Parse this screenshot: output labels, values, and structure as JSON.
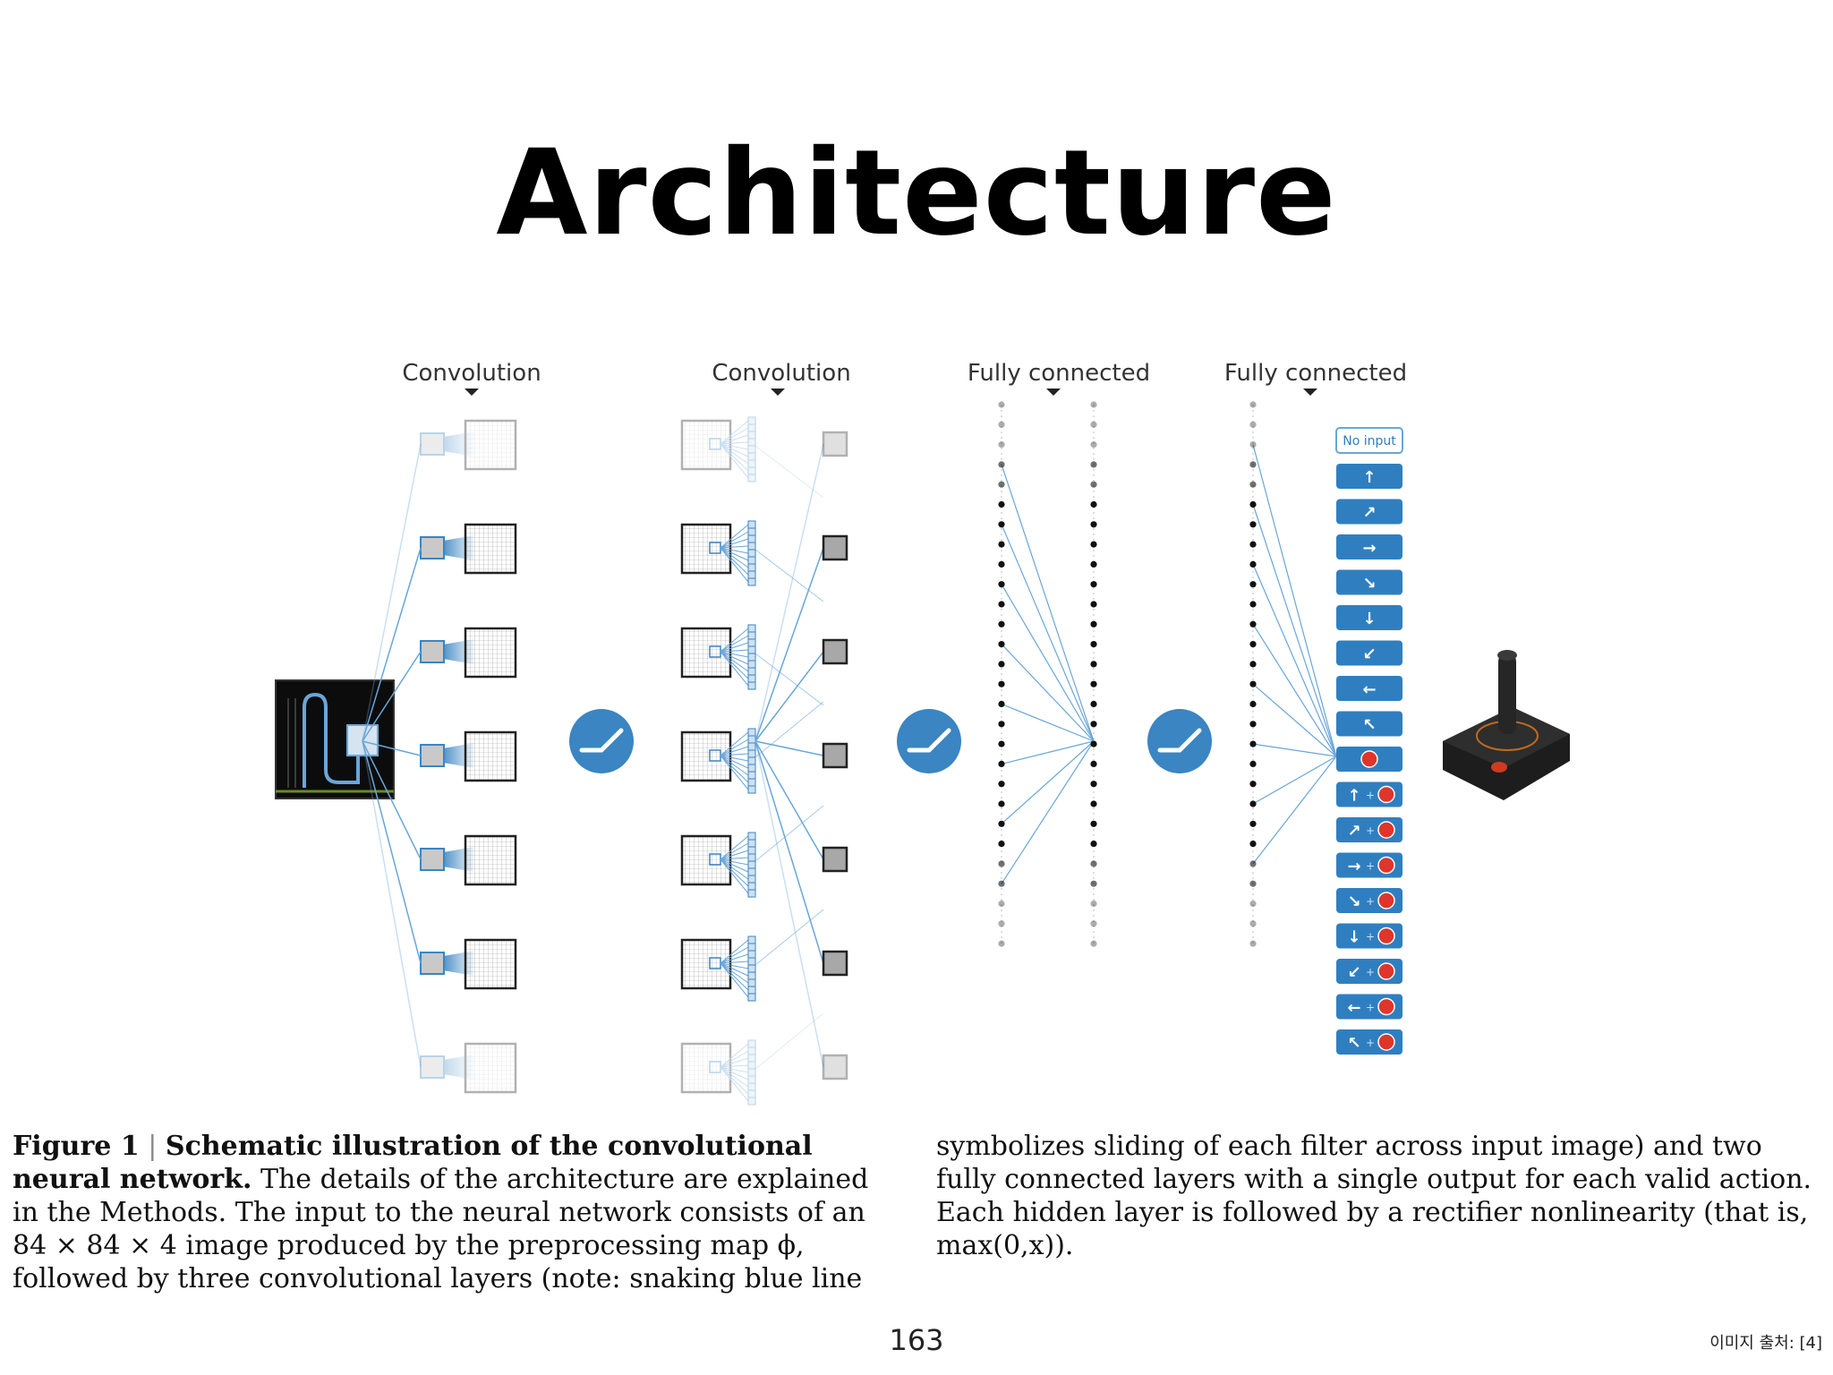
{
  "slide": {
    "title": "Architecture",
    "page_number": "163",
    "image_source": "이미지 출처: [4]"
  },
  "figure": {
    "layer_labels": [
      "Convolution",
      "Convolution",
      "Fully connected",
      "Fully connected"
    ],
    "output_no_input_label": "No input",
    "action_arrows": [
      "↑",
      "↗",
      "→",
      "↘",
      "↓",
      "↙",
      "←",
      "↖"
    ],
    "fire_plus": "+"
  },
  "caption": {
    "figure_number": "Figure 1",
    "heading": "Schematic illustration of the convolutional neural network.",
    "left_text": "The details of the architecture are explained in the Methods. The input to the neural network consists of an 84 × 84 × 4 image produced by the preprocessing map ϕ, followed by three convolutional layers (note: snaking blue line",
    "right_text": "symbolizes sliding of each filter across input image) and two fully connected layers with a single output for each valid action. Each hidden layer is followed by a rectifier nonlinearity (that is, max(0,x))."
  },
  "colors": {
    "accent_blue": "#2f7fc0",
    "relu_blue": "#3a85c2",
    "line_blue": "#6aa6d8",
    "fire_red": "#e0352b"
  }
}
